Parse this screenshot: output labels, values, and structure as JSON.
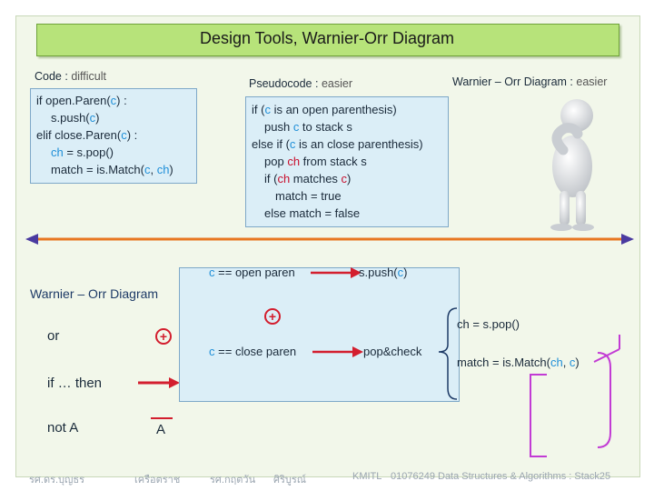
{
  "title": "Design Tools, Warnier-Orr Diagram",
  "code_panel": {
    "label_strong": "Code :",
    "label_weak": "difficult",
    "lines": [
      {
        "parts": [
          {
            "t": "if open.Paren(",
            "c": ""
          },
          {
            "t": "c",
            "c": "blue"
          },
          {
            "t": ") :",
            "c": ""
          }
        ]
      },
      {
        "parts": [
          {
            "t": "s.push(",
            "c": ""
          },
          {
            "t": "c",
            "c": "blue"
          },
          {
            "t": ")",
            "c": ""
          }
        ]
      },
      {
        "parts": [
          {
            "t": "elif close.Paren(",
            "c": ""
          },
          {
            "t": "c",
            "c": "blue"
          },
          {
            "t": ") :",
            "c": ""
          }
        ]
      },
      {
        "parts": [
          {
            "t": "ch",
            "c": "blue"
          },
          {
            "t": " = s.pop()",
            "c": ""
          }
        ]
      },
      {
        "parts": [
          {
            "t": "match = is.Match(",
            "c": ""
          },
          {
            "t": "c",
            "c": "blue"
          },
          {
            "t": ", ",
            "c": ""
          },
          {
            "t": "ch",
            "c": "blue"
          },
          {
            "t": ")",
            "c": ""
          }
        ]
      }
    ]
  },
  "pseudo_panel": {
    "label_strong": "Pseudocode :",
    "label_weak": "easier",
    "lines": [
      {
        "parts": [
          {
            "t": "if (",
            "c": ""
          },
          {
            "t": "c",
            "c": "blue"
          },
          {
            "t": " is an open parenthesis)",
            "c": ""
          }
        ]
      },
      {
        "parts": [
          {
            "t": "push ",
            "c": ""
          },
          {
            "t": "c",
            "c": "blue"
          },
          {
            "t": " to stack s",
            "c": ""
          }
        ]
      },
      {
        "parts": [
          {
            "t": "else if (",
            "c": ""
          },
          {
            "t": "c",
            "c": "blue"
          },
          {
            "t": " is an close parenthesis)",
            "c": ""
          }
        ]
      },
      {
        "parts": [
          {
            "t": "pop ",
            "c": ""
          },
          {
            "t": "ch",
            "c": "red"
          },
          {
            "t": " from stack s",
            "c": ""
          }
        ]
      },
      {
        "parts": [
          {
            "t": "if (",
            "c": ""
          },
          {
            "t": "ch",
            "c": "red"
          },
          {
            "t": " matches ",
            "c": ""
          },
          {
            "t": "c",
            "c": "red"
          },
          {
            "t": ")",
            "c": ""
          }
        ]
      },
      {
        "parts": [
          {
            "t": "match = true",
            "c": ""
          }
        ]
      },
      {
        "parts": [
          {
            "t": "else match = false",
            "c": ""
          }
        ]
      }
    ]
  },
  "warnier_top": {
    "label_strong": "Warnier – Orr Diagram :",
    "label_weak": "easier"
  },
  "legend": {
    "title": "Warnier – Orr Diagram",
    "or_label": "or",
    "plus_symbol": "+",
    "ifthen_label": "if … then",
    "notA_label": "not A",
    "A_label": "A"
  },
  "diagram": {
    "c_open_var": "c",
    "c_open_text": "open paren",
    "eqeq": "==",
    "push_text": "s.push(",
    "push_var": "c",
    "push_close": ")",
    "plus": "+",
    "c_close_var": "c",
    "c_close_text": "close paren",
    "popcheck": "pop&check",
    "pop_line_text": "ch = s.pop()",
    "match_text_a": "match = is.Match(",
    "match_var_ch": "ch",
    "match_sep": ", ",
    "match_var_c": "c",
    "match_close": ")"
  },
  "footer": {
    "f1": "รศ.ดร.บุญธร",
    "f2": "เครือตราช",
    "f3": "รศ.กฤตวัน",
    "f4": "ศิริบูรณ์",
    "f5": "KMITL",
    "f6": "01076249 Data Structures & Algorithms : Stack25"
  },
  "colors": {
    "accent_green": "#b7e37a",
    "panel_blue": "#dbeef7",
    "keyword_blue": "#1f8fd8",
    "red": "#c8102e",
    "purple_brace": "#c23bd4"
  },
  "icons": [
    "thinking-person-icon",
    "double-arrow-icon",
    "plus-circle-icon",
    "red-arrow-icon"
  ]
}
